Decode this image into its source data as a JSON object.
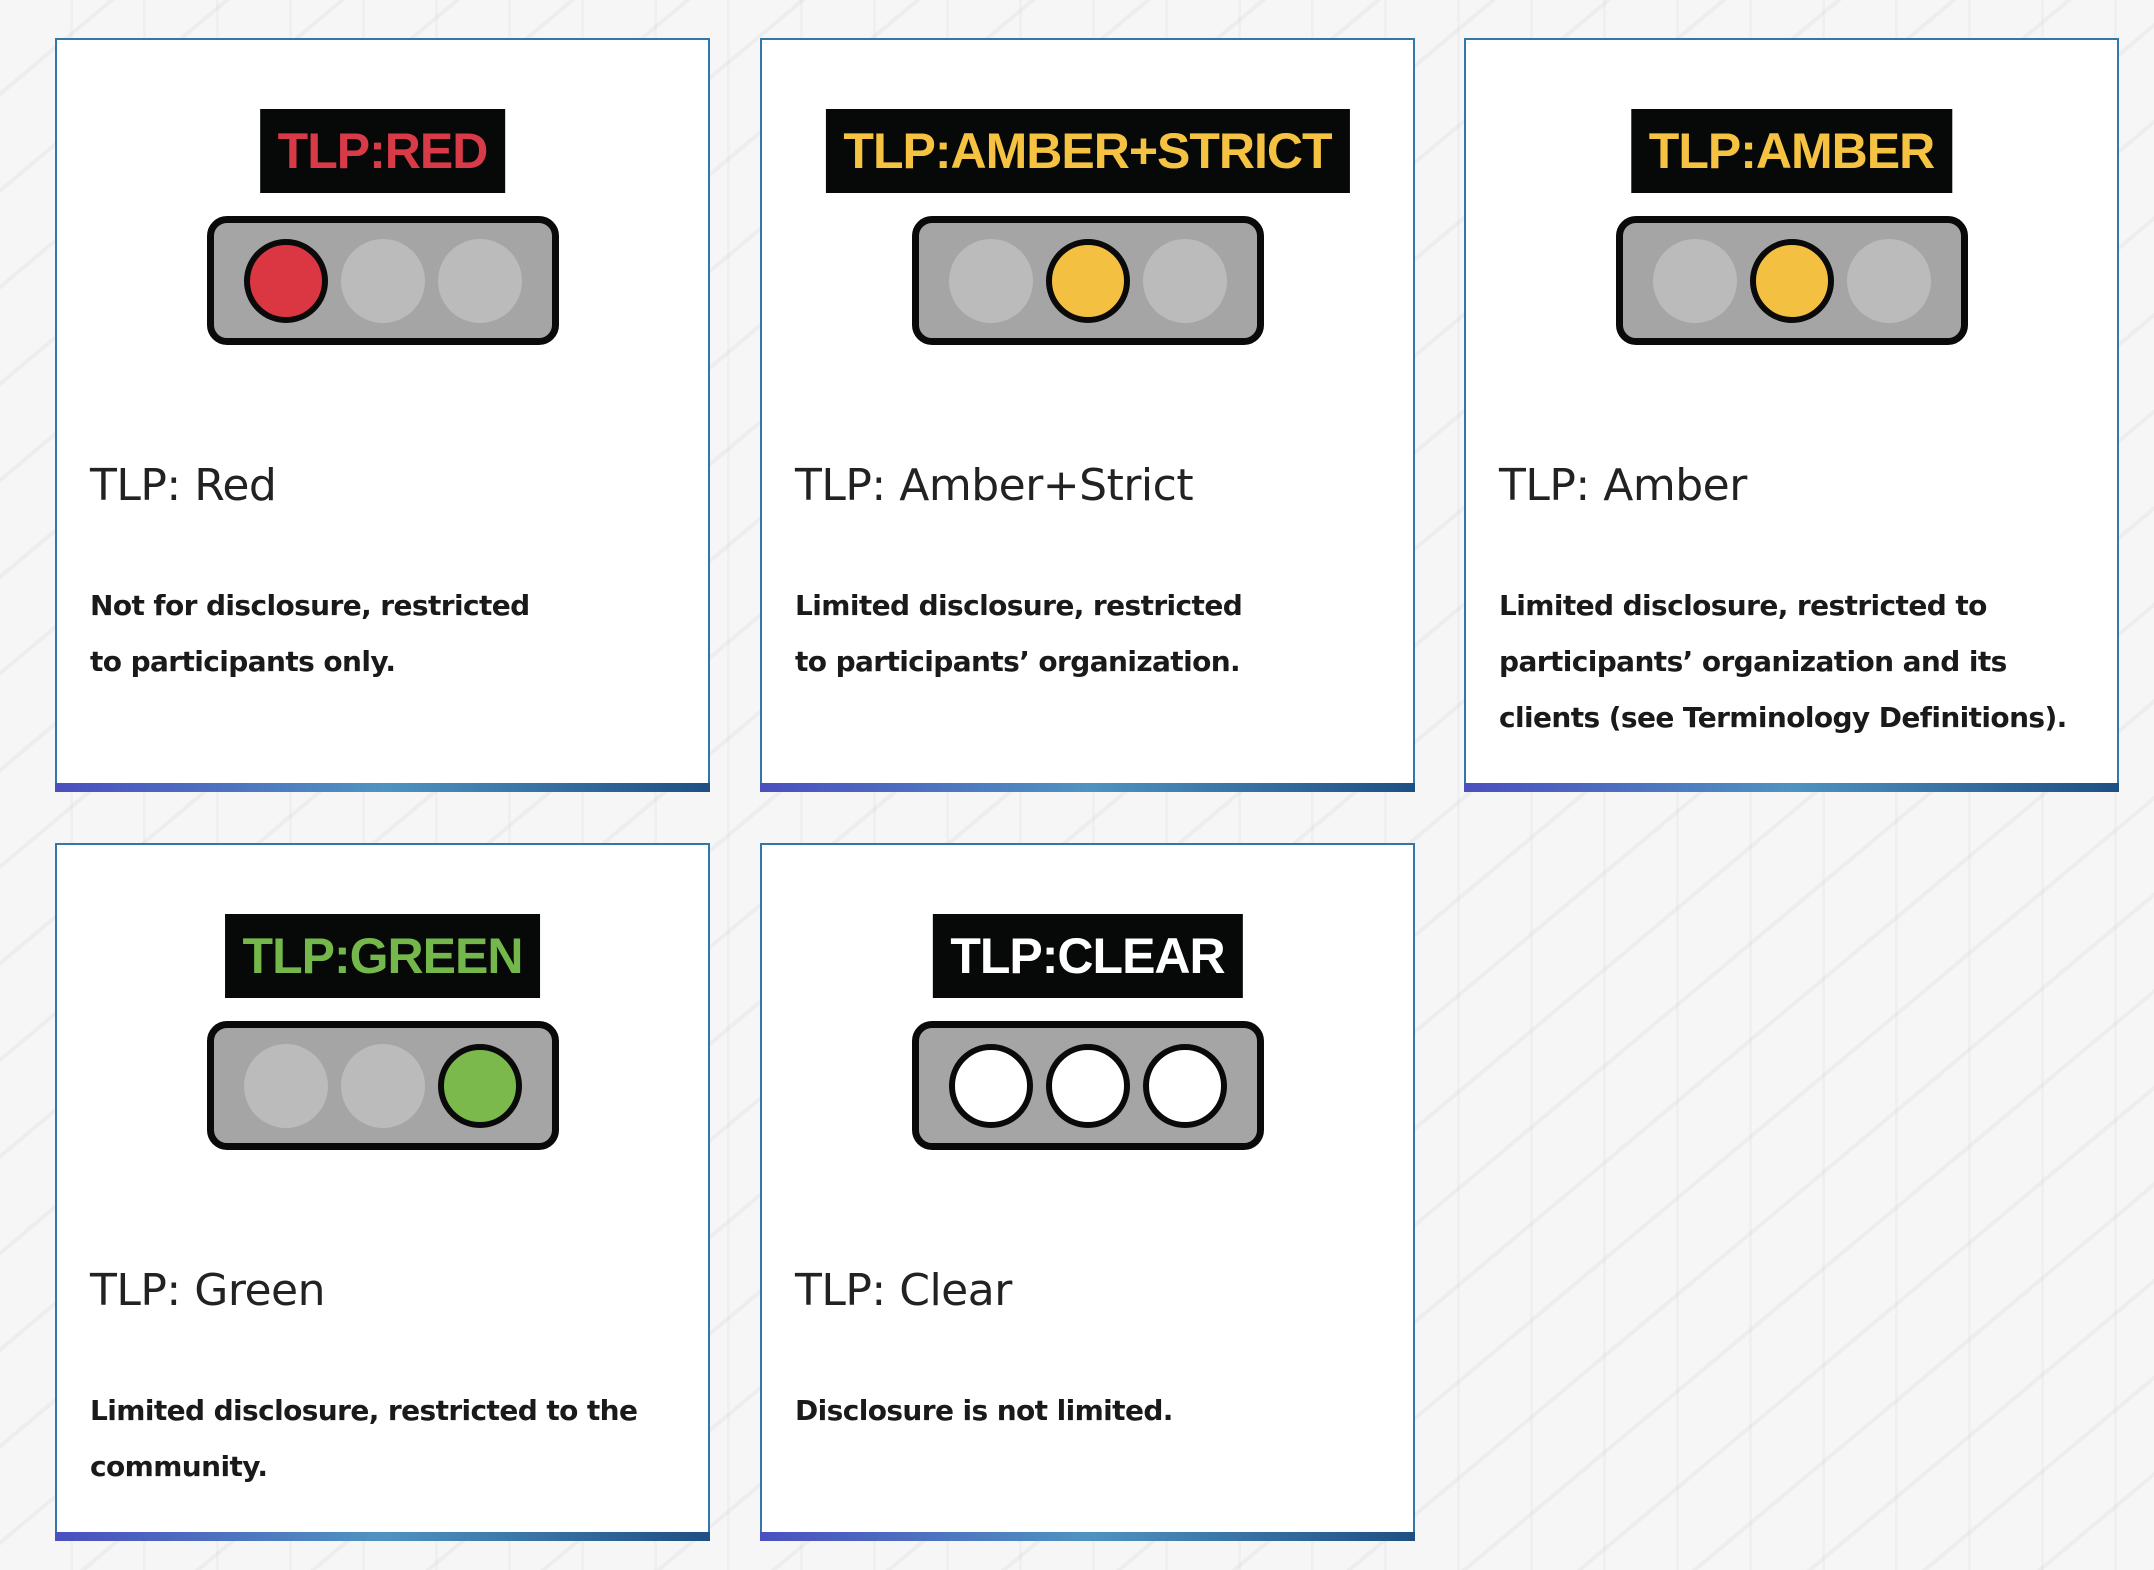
{
  "colors": {
    "red": "#db3743",
    "amber": "#f4c042",
    "green": "#7bb94d",
    "off": "#bbbbbb",
    "clear": "#ffffff"
  },
  "cards": [
    {
      "badge": "TLP:RED",
      "badge_color": "#d93a47",
      "title": "TLP: Red",
      "description": "Not for disclosure, restricted to participants only.",
      "lit": [
        0
      ],
      "lamp_color": "#db3743"
    },
    {
      "badge": "TLP:AMBER+STRICT",
      "badge_color": "#f5c242",
      "title": "TLP: Amber+Strict",
      "description": "Limited disclosure, restricted to participants’ organization.",
      "lit": [
        1
      ],
      "lamp_color": "#f4c042"
    },
    {
      "badge": "TLP:AMBER",
      "badge_color": "#f5c242",
      "title": "TLP: Amber",
      "description": "Limited disclosure, restricted to participants’ organization and its clients (see Terminology Definitions).",
      "lit": [
        1
      ],
      "lamp_color": "#f4c042"
    },
    {
      "badge": "TLP:GREEN",
      "badge_color": "#74b84b",
      "title": "TLP: Green",
      "description": "Limited disclosure, restricted to the community.",
      "lit": [
        2
      ],
      "lamp_color": "#7bb94d"
    },
    {
      "badge": "TLP:CLEAR",
      "badge_color": "#ffffff",
      "title": "TLP: Clear",
      "description": "Disclosure is not limited.",
      "lit": [
        0,
        1,
        2
      ],
      "lamp_color": "#ffffff"
    }
  ]
}
